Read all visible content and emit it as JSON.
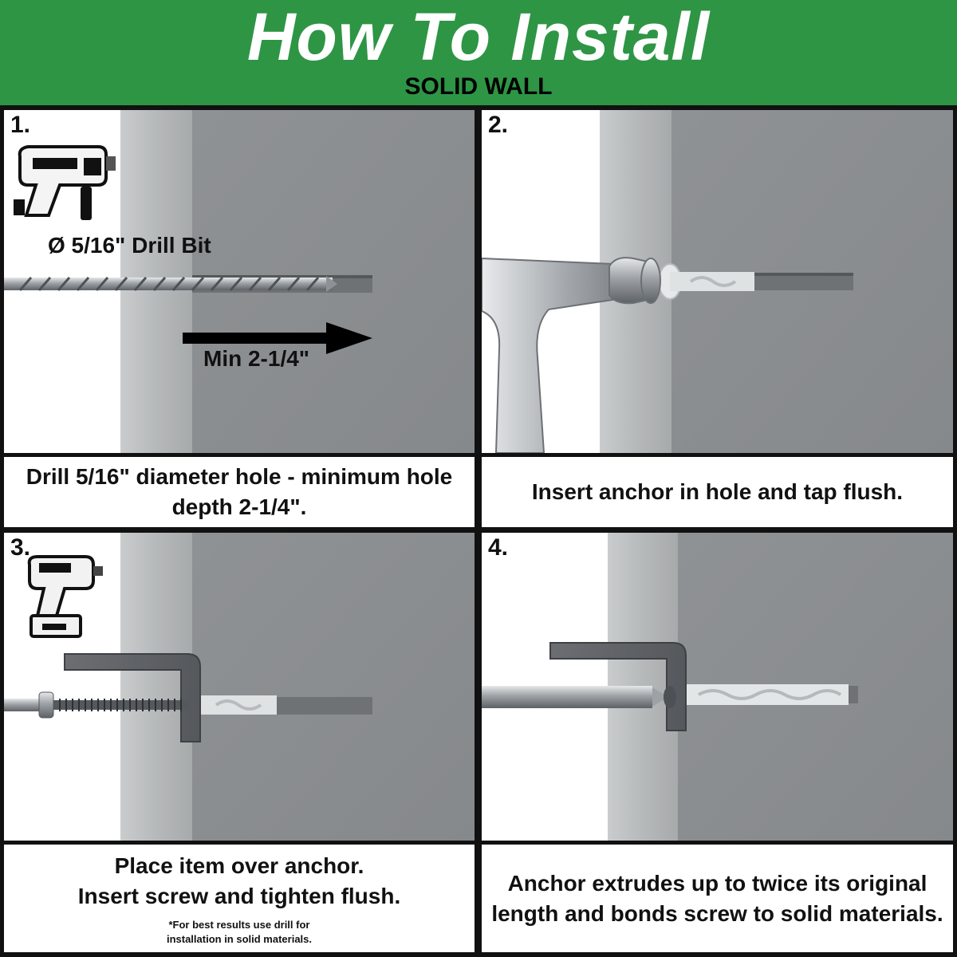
{
  "header": {
    "title": "How To Install",
    "subtitle": "SOLID WALL"
  },
  "steps": [
    {
      "number": "1.",
      "drill_bit_label": "Ø 5/16\" Drill Bit",
      "depth_label": "Min 2-1/4\"",
      "caption_lines": [
        "Drill 5/16\" diameter hole - minimum hole",
        "depth 2-1/4\"."
      ]
    },
    {
      "number": "2.",
      "caption_lines": [
        "Insert anchor in hole and tap flush."
      ]
    },
    {
      "number": "3.",
      "caption_lines": [
        "Place item over anchor.",
        "Insert screw and tighten flush."
      ],
      "note_lines": [
        "*For best results use drill for",
        "installation in solid materials."
      ]
    },
    {
      "number": "4.",
      "caption_lines": [
        "Anchor extrudes up to twice its original",
        "length and bonds screw to solid materials."
      ]
    }
  ],
  "icons": [
    "corded-drill-icon",
    "cordless-drill-icon",
    "hammer-icon",
    "drill-bit-icon",
    "arrow-right-icon",
    "screw-icon",
    "screwdriver-icon",
    "anchor-icon",
    "bracket-icon"
  ],
  "colors": {
    "header_green": "#2e9545",
    "wall_gray": "#8d9092",
    "border": "#111111"
  }
}
